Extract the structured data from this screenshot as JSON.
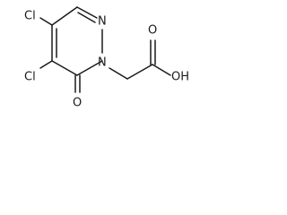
{
  "structure": {
    "atoms": {
      "cl_top": "Cl",
      "cl_bottom": "Cl",
      "ring_nitrogen_1": "N",
      "ring_nitrogen_2": "N",
      "carbonyl_oxygen": "O",
      "acid_carbonyl_oxygen": "O",
      "acid_hydroxyl": "OH"
    }
  }
}
